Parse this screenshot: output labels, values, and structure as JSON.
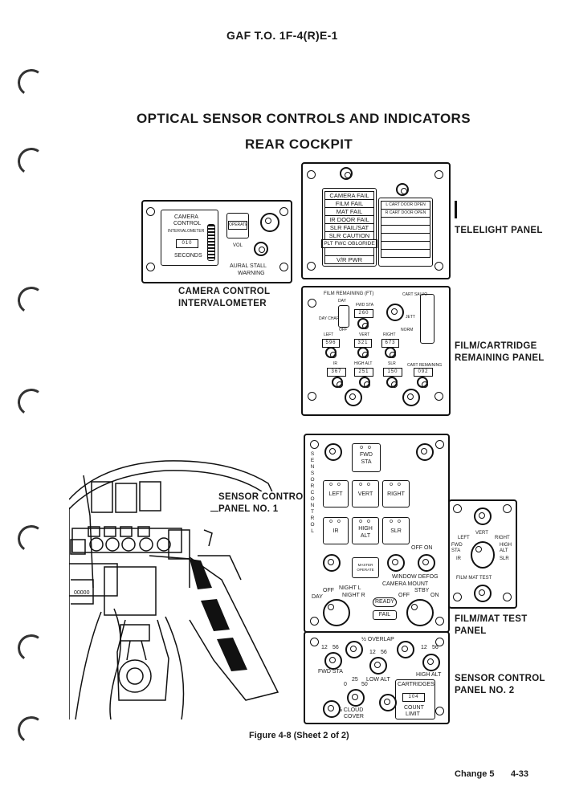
{
  "header": {
    "doc_id": "GAF T.O. 1F-4(R)E-1"
  },
  "title": {
    "main": "OPTICAL SENSOR CONTROLS AND INDICATORS",
    "sub": "REAR COCKPIT"
  },
  "captions": {
    "camera_control": [
      "CAMERA CONTROL",
      "INTERVALOMETER"
    ],
    "telelight": "TELELIGHT PANEL",
    "film_cartridge": [
      "FILM/CARTRIDGE",
      "REMAINING PANEL"
    ],
    "sensor1": [
      "SENSOR CONTROL",
      "PANEL NO. 1"
    ],
    "film_mat": [
      "FILM/MAT TEST",
      "PANEL"
    ],
    "sensor2": [
      "SENSOR CONTROL",
      "PANEL NO. 2"
    ]
  },
  "camera_panel": {
    "label_lines": [
      "CAMERA",
      "CONTROL",
      "INTERVALOMETER"
    ],
    "counter": "010",
    "seconds": "SECONDS",
    "operate": "OPERATE",
    "vol": "VOL",
    "aural_lines": [
      "AURAL STALL",
      "WARNING"
    ]
  },
  "telelight_panel": {
    "left_lamps": [
      "CAMERA FAIL",
      "FILM FAIL",
      "MAT FAIL",
      "IR DOOR FAIL",
      "SLR FAIL/SAT",
      "SLR CAUTION",
      "PLT FWC OBLORIDE",
      "V/R PWR"
    ],
    "right_lamps": [
      "L CART DOOR OPEN",
      "R CART DOOR OPEN"
    ]
  },
  "film_panel": {
    "title": "FILM REMAINING (FT)",
    "day": "DAY",
    "day_chaff": "DAY CHAFF",
    "off": "OFF",
    "fwd_sta": "FWD STA",
    "fwd_sta_val": "260",
    "cart_salvo": "CART SALVO",
    "jett": "JETT",
    "norm": "NORM",
    "left": "LEFT",
    "left_val": "596",
    "vert": "VERT",
    "vert_val": "321",
    "right": "RIGHT",
    "right_val": "673",
    "ir": "IR",
    "ir_val": "367",
    "high_alt": "HIGH ALT",
    "high_alt_val": "251",
    "slr": "SLR",
    "slr_val": "150",
    "cart_rem": "CART REMAINING",
    "cart_rem_val": "092"
  },
  "sensor_panel1": {
    "vertical_label": [
      "S",
      "E",
      "N",
      "S",
      "O",
      "R",
      " ",
      "C",
      "O",
      "N",
      "T",
      "R",
      "O",
      "L"
    ],
    "fwd_sta": [
      "FWD",
      "STA"
    ],
    "left": "LEFT",
    "vert": "VERT",
    "right": "RIGHT",
    "ir": "IR",
    "high_alt": [
      "HIGH",
      "ALT"
    ],
    "slr": "SLR",
    "off_on": "OFF  ON",
    "master_operate": "MASTER OPERATE",
    "window_defog": "WINDOW DEFOG",
    "camera_mount": "CAMERA MOUNT",
    "stby": "STBY",
    "off": "OFF",
    "on": "ON",
    "night_l": "NIGHT L",
    "night_r": "NIGHT R",
    "day": "DAY",
    "ready": "READY",
    "fail": "FAIL"
  },
  "sensor_panel2": {
    "overlap": "½ OVERLAP",
    "fwd_sta": "FWD STA",
    "low_alt": "LOW ALT",
    "high_alt": "HIGH ALT",
    "cartridges": "CARTRIDGES",
    "count": "104",
    "count_limit": [
      "COUNT",
      "LIMIT"
    ],
    "cloud_cover": [
      "⅛ CLOUD",
      "COVER"
    ],
    "n12": "12",
    "n56": "56",
    "n0": "0",
    "n25": "25",
    "n50": "50"
  },
  "film_mat_panel": {
    "vert": "VERT",
    "left": "LEFT",
    "right": "RIGHT",
    "fwd_sta": "FWD STA",
    "ir": "IR",
    "high_alt": "HIGH ALT",
    "slr": "SLR",
    "test": "FILM MAT  TEST"
  },
  "figure_caption": "Figure 4-8 (Sheet 2 of 2)",
  "footer": {
    "change": "Change 5",
    "page": "4-33"
  }
}
